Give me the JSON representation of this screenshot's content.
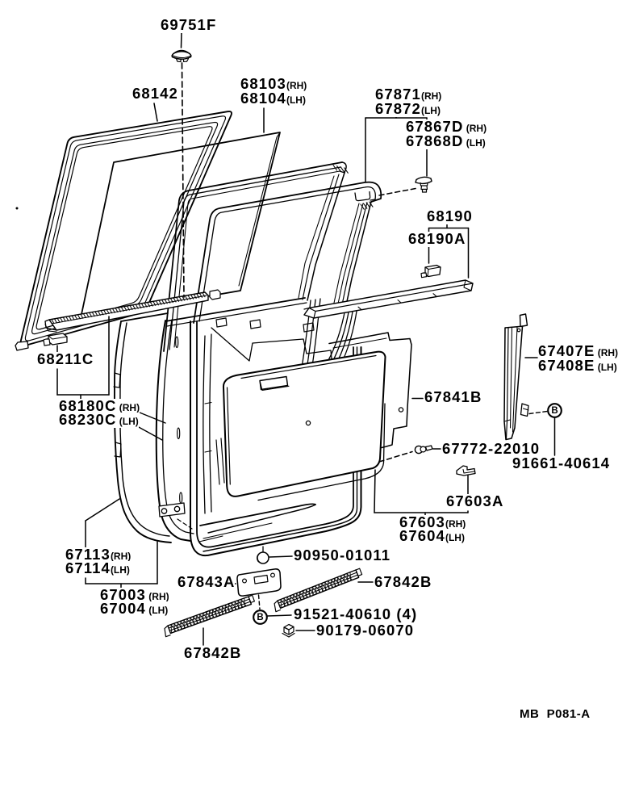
{
  "document": {
    "type": "exploded-parts-diagram",
    "subject": "rear door panel & glass",
    "page_code": "MB P081-A",
    "colors": {
      "ink": "#000000",
      "paper": "#ffffff"
    }
  },
  "labels": {
    "p69751F": {
      "text": "69751F"
    },
    "p68142": {
      "text": "68142"
    },
    "p68103": {
      "text": "68103",
      "suffix": "(RH)"
    },
    "p68104": {
      "text": "68104",
      "suffix": "(LH)"
    },
    "p67871": {
      "text": "67871",
      "suffix": "(RH)"
    },
    "p67872": {
      "text": "67872",
      "suffix": "(LH)"
    },
    "p67867D": {
      "text": "67867D",
      "suffix": " (RH)"
    },
    "p67868D": {
      "text": "67868D",
      "suffix": " (LH)"
    },
    "p68190": {
      "text": "68190"
    },
    "p68190A": {
      "text": "68190A"
    },
    "p68211C": {
      "text": "68211C"
    },
    "p68180C": {
      "text": "68180C",
      "suffix": " (RH)"
    },
    "p68230C": {
      "text": "68230C",
      "suffix": " (LH)"
    },
    "p67407E": {
      "text": "67407E",
      "suffix": " (RH)"
    },
    "p67408E": {
      "text": "67408E",
      "suffix": " (LH)"
    },
    "p67841B": {
      "text": "67841B"
    },
    "p67772": {
      "text": "67772-22010"
    },
    "p91661": {
      "text": "91661-40614"
    },
    "p67603A": {
      "text": "67603A"
    },
    "p67603": {
      "text": "67603",
      "suffix": "(RH)"
    },
    "p67604": {
      "text": "67604",
      "suffix": "(LH)"
    },
    "p67113": {
      "text": "67113",
      "suffix": "(RH)"
    },
    "p67114": {
      "text": "67114",
      "suffix": "(LH)"
    },
    "p67003": {
      "text": "67003",
      "suffix": " (RH)"
    },
    "p67004": {
      "text": "67004",
      "suffix": " (LH)"
    },
    "p90950": {
      "text": "90950-01011"
    },
    "p67843A": {
      "text": "67843A"
    },
    "p67842B_r": {
      "text": "67842B"
    },
    "p91521": {
      "text": "91521-40610 (4)"
    },
    "p90179": {
      "text": "90179-06070"
    },
    "p67842B_b": {
      "text": "67842B"
    },
    "pagecode": {
      "text": "MB  P081-A"
    }
  },
  "callouts": {
    "b1": "B",
    "b2": "B"
  },
  "parts": [
    {
      "part_number": "69751F"
    },
    {
      "part_number": "68142"
    },
    {
      "part_number": "68103",
      "side": "(RH)"
    },
    {
      "part_number": "68104",
      "side": "(LH)"
    },
    {
      "part_number": "67871",
      "side": "(RH)"
    },
    {
      "part_number": "67872",
      "side": "(LH)"
    },
    {
      "part_number": "67867D",
      "side": "(RH)"
    },
    {
      "part_number": "67868D",
      "side": "(LH)"
    },
    {
      "part_number": "68190"
    },
    {
      "part_number": "68190A"
    },
    {
      "part_number": "68211C"
    },
    {
      "part_number": "68180C",
      "side": "(RH)"
    },
    {
      "part_number": "68230C",
      "side": "(LH)"
    },
    {
      "part_number": "67407E",
      "side": "(RH)"
    },
    {
      "part_number": "67408E",
      "side": "(LH)"
    },
    {
      "part_number": "67841B"
    },
    {
      "part_number": "67772-22010"
    },
    {
      "part_number": "91661-40614"
    },
    {
      "part_number": "67603A"
    },
    {
      "part_number": "67603",
      "side": "(RH)"
    },
    {
      "part_number": "67604",
      "side": "(LH)"
    },
    {
      "part_number": "67113",
      "side": "(RH)"
    },
    {
      "part_number": "67114",
      "side": "(LH)"
    },
    {
      "part_number": "67003",
      "side": "(RH)"
    },
    {
      "part_number": "67004",
      "side": "(LH)"
    },
    {
      "part_number": "90950-01011"
    },
    {
      "part_number": "67843A"
    },
    {
      "part_number": "67842B"
    },
    {
      "part_number": "91521-40610 (4)"
    },
    {
      "part_number": "90179-06070"
    },
    {
      "part_number": "67842B"
    }
  ]
}
